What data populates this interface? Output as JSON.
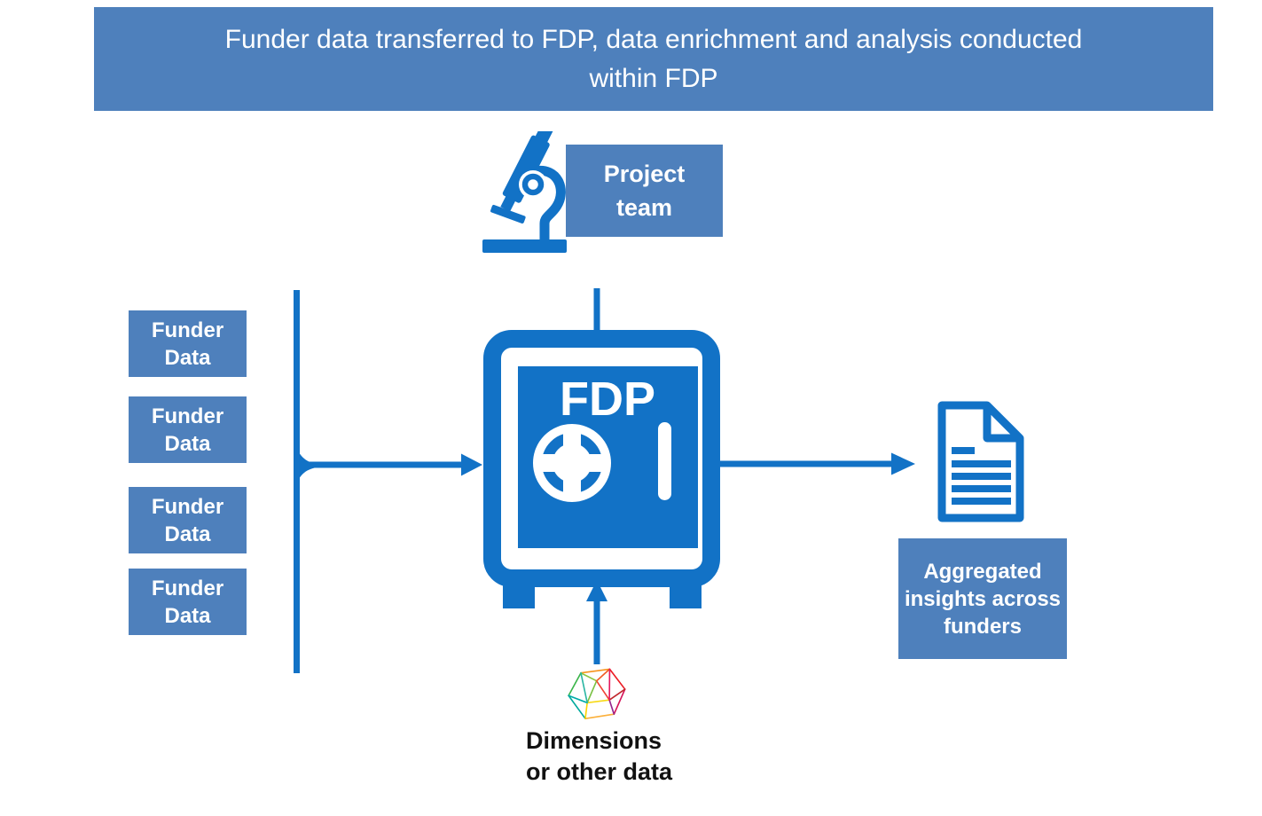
{
  "colors": {
    "banner-blue": "#4E80BC",
    "icon-blue": "#1272C6",
    "text-white": "#FFFFFF",
    "label-black": "#111111"
  },
  "title": {
    "lines": [
      "Funder data transferred to FDP, data enrichment and analysis conducted",
      "within FDP"
    ]
  },
  "project_team": {
    "lines": [
      "Project",
      "team"
    ]
  },
  "funder_boxes": [
    {
      "lines": [
        "Funder",
        "Data"
      ]
    },
    {
      "lines": [
        "Funder",
        "Data"
      ]
    },
    {
      "lines": [
        "Funder",
        "Data"
      ]
    },
    {
      "lines": [
        "Funder",
        "Data"
      ]
    }
  ],
  "fdp": {
    "label": "FDP"
  },
  "aggregated": {
    "lines": [
      "Aggregated",
      "insights across",
      "funders"
    ]
  },
  "dimensions": {
    "lines": [
      "Dimensions",
      "or other data"
    ]
  },
  "icons": {
    "microscope": "microscope-icon",
    "safe": "fdp-safe-icon",
    "document": "document-icon",
    "dimensions_logo": "dimensions-logo-icon"
  }
}
